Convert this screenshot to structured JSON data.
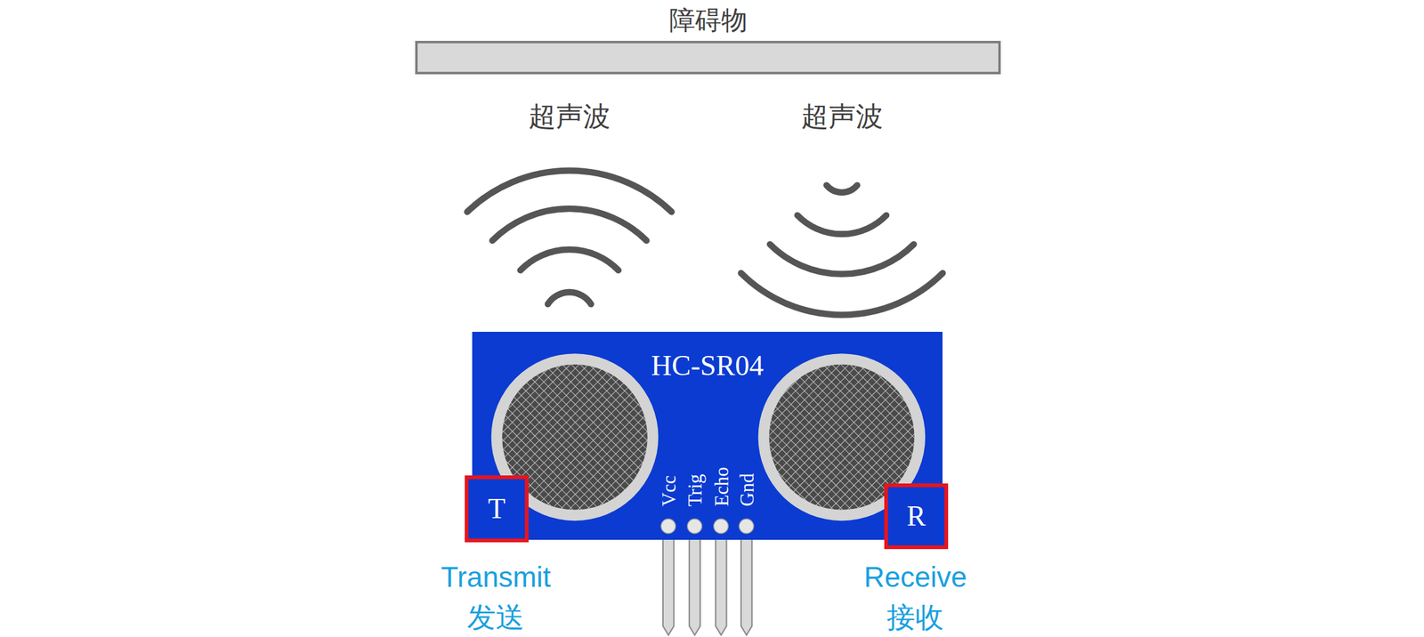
{
  "diagram": {
    "nodes": [
      {
        "text": [
          "障碍物"
        ]
      },
      {
        "text": [
          "HC-SR04"
        ]
      },
      {
        "text": [
          "T"
        ],
        "in": 1
      },
      {
        "text": [
          "R"
        ],
        "in": 1
      }
    ],
    "labels": [
      "超声波",
      "超声波",
      "Vcc",
      "Trig",
      "Echo",
      "Gnd",
      "Transmit",
      "发送",
      "Receive",
      "接收"
    ]
  }
}
